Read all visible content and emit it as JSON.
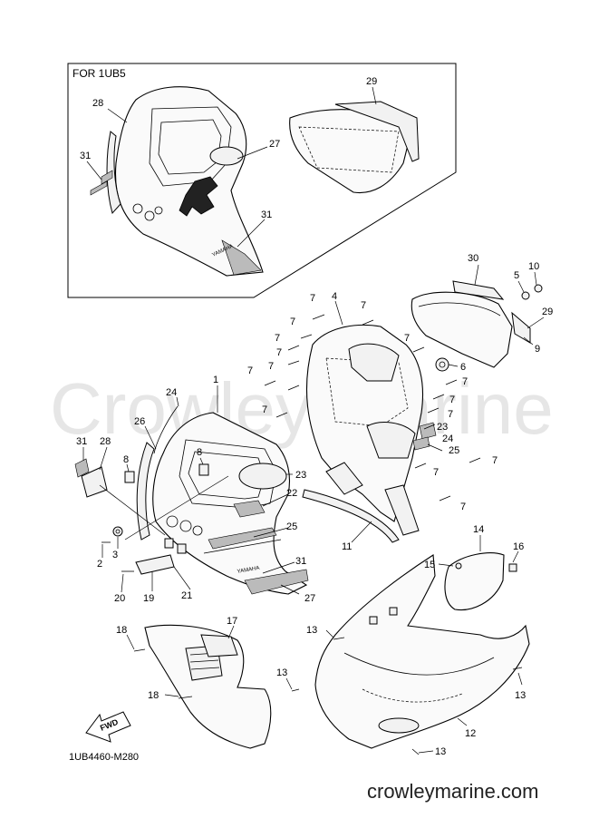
{
  "diagram": {
    "inset_title": "FOR 1UB5",
    "drawing_code": "1UB4460-M280",
    "watermark": "Crowley Marine",
    "website": "crowleymarine.com",
    "fwd_label": "FWD",
    "emblem_text": "YAMAHA",
    "callouts": [
      "1",
      "2",
      "3",
      "4",
      "5",
      "6",
      "7",
      "8",
      "9",
      "10",
      "11",
      "12",
      "13",
      "14",
      "15",
      "16",
      "17",
      "18",
      "19",
      "20",
      "21",
      "22",
      "23",
      "24",
      "25",
      "26",
      "27",
      "28",
      "29",
      "30",
      "31"
    ]
  }
}
